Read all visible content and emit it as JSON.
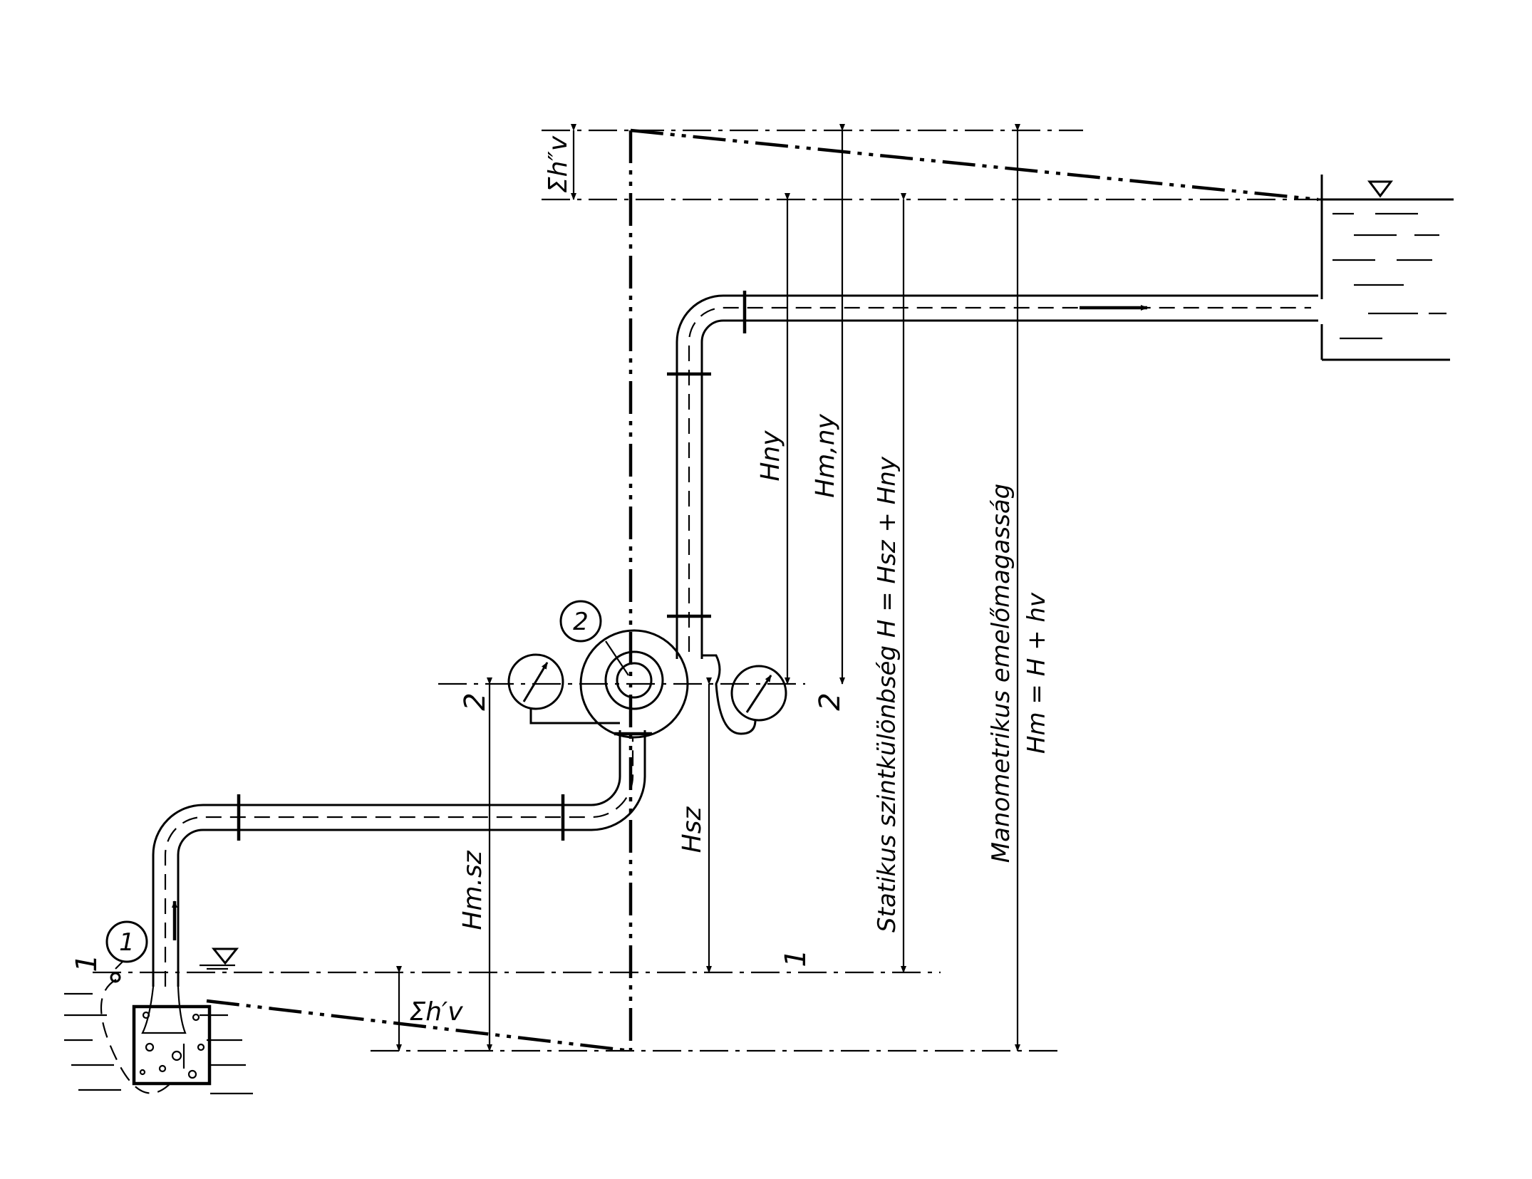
{
  "labels": {
    "point_1": "1",
    "point_2": "2",
    "section_1_left": "1",
    "section_1_right": "1",
    "section_2_left": "2",
    "section_2_right": "2",
    "loss_discharge": "Σh″v",
    "loss_suction": "Σh′v",
    "h_ny": "Hny",
    "h_m_ny": "Hm,ny",
    "h_sz": "Hsz",
    "h_m_sz": "Hm.sz",
    "static_head": "Statikus szintkülönbség  H = Hsz + Hny",
    "manometric_title": "Manometrikus emelőmagasság",
    "manometric_formula": "Hm = H + hv"
  },
  "colors": {
    "ink": "#000000",
    "paper": "#ffffff"
  }
}
